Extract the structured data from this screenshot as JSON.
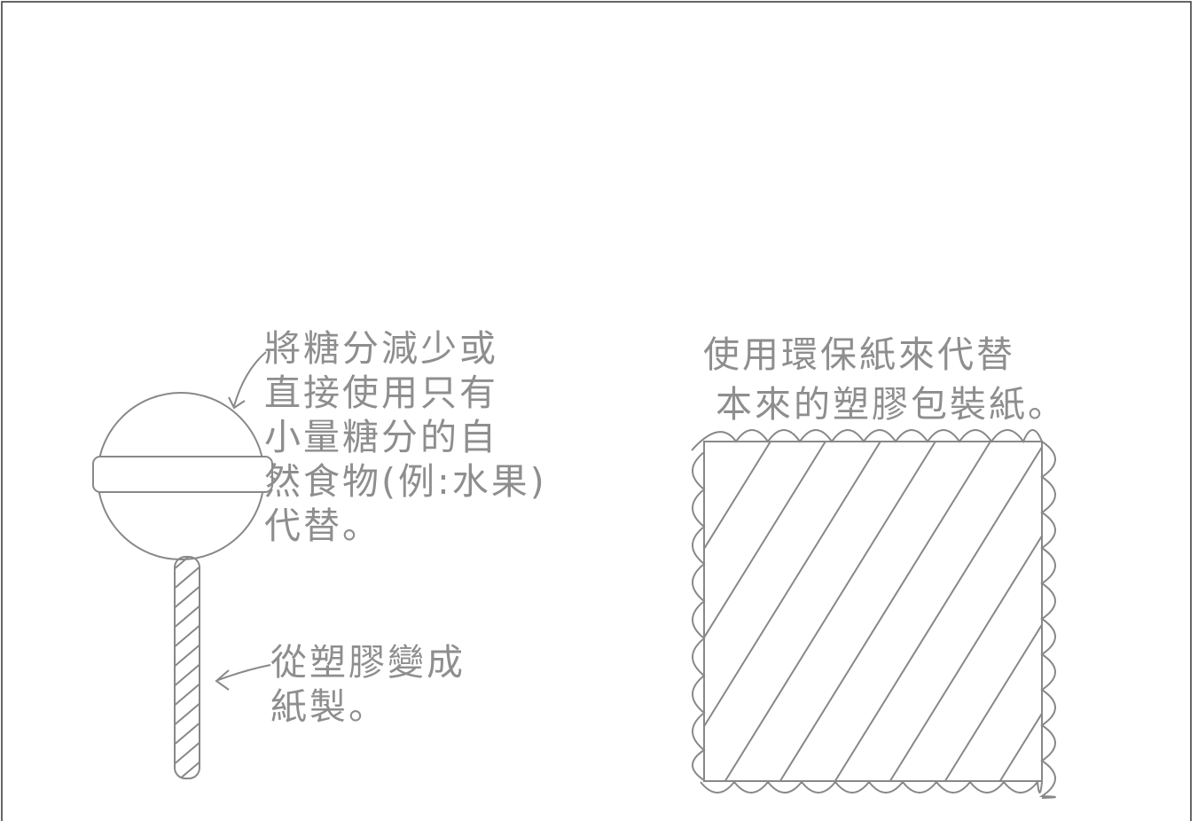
{
  "lollipop_note": {
    "lines": [
      "將糖分減少或",
      "直接使用只有",
      "小量糖分的自",
      "然食物(例:水果)",
      "代替。"
    ]
  },
  "stick_note": {
    "lines": [
      "從塑膠變成",
      "紙製。"
    ]
  },
  "wrapper_note": {
    "lines": [
      "使用環保紙來代替",
      "本來的塑膠包裝紙。"
    ]
  },
  "colors": {
    "pencil": "#8e8e8e",
    "paper": "#ffffff"
  }
}
